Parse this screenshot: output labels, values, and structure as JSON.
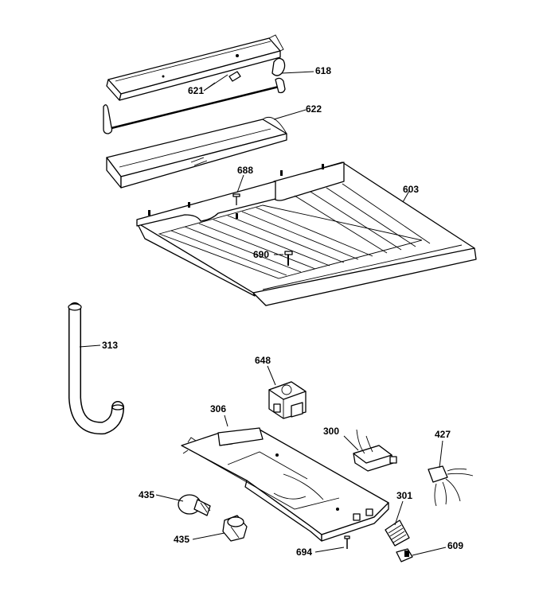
{
  "callouts": {
    "c618": "618",
    "c621": "621",
    "c622": "622",
    "c688": "688",
    "c603": "603",
    "c690": "690",
    "c313": "313",
    "c648": "648",
    "c306": "306",
    "c300": "300",
    "c427": "427",
    "c435a": "435",
    "c435b": "435",
    "c301": "301",
    "c694": "694",
    "c609": "609"
  },
  "icons": {
    "parts": [
      "cover-bar",
      "rod",
      "tray",
      "shelf-pan",
      "drain-tube",
      "timer",
      "housing",
      "switch",
      "connector",
      "bulb",
      "socket",
      "screw",
      "spring",
      "clip"
    ]
  }
}
